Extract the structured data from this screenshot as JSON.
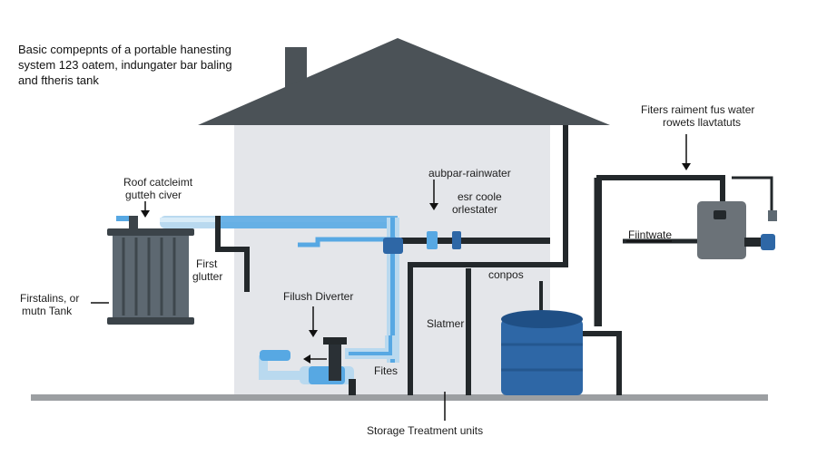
{
  "title": {
    "line1": "Basic compepnts of a portable hanesting",
    "line2": "system 123 oatem, indungater bar baling",
    "line3": "and ftheris tank"
  },
  "labels": {
    "roof_catchment": "Roof catcleimt",
    "gutter_diverter": "gutteh civer",
    "first_gutter_1": "First",
    "first_gutter_2": "glutter",
    "first_tank_1": "Firstalins, or",
    "first_tank_2": "mutn Tank",
    "flush_diverter": "Filush Diverter",
    "fites": "Fites",
    "above_rainwater": "aubpar-rainwater",
    "esr_coole": "esr coole",
    "orlestater": "orlestater",
    "compos": "conpos",
    "statmer": "Slatmer",
    "storage_units": "Storage Treatment units",
    "filters_1": "Fiters raiment fus water",
    "filters_2": "rowets llavtatuts",
    "flintwate": "Fiintwate"
  },
  "colors": {
    "roof": "#4b5257",
    "wall": "#e4e6ea",
    "pipe_dark": "#23282b",
    "pipe_water": "#57a8e3",
    "pipe_light": "#b9d9ef",
    "tank_blue": "#2e67a6",
    "tank_grey": "#5d6871",
    "ground": "#9c9fa2",
    "treatment_unit": "#6b7278"
  }
}
